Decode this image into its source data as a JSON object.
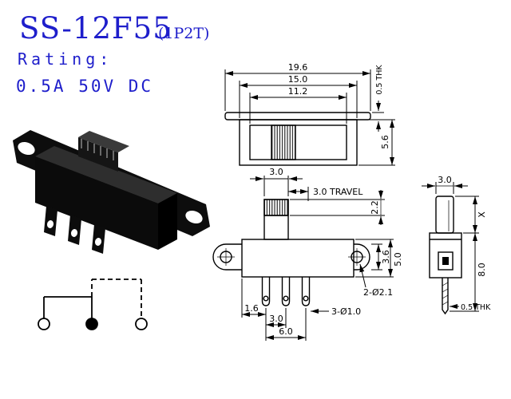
{
  "meta": {
    "background": "#ffffff",
    "ink": "#000000",
    "accent": "#1e1ecb"
  },
  "header": {
    "model": "SS-12F55",
    "variant": "(1P2T)",
    "rating_label": "Rating:",
    "rating_value": "0.5A 50V DC"
  },
  "views": {
    "top": {
      "dim_overall": "19.6",
      "dim_body": "15.0",
      "dim_slot": "11.2",
      "dim_thk": "0.5 THK",
      "dim_depth": "5.6"
    },
    "front": {
      "dim_knob": "3.0",
      "dim_travel": "3.0 TRAVEL",
      "dim_cap": "2.2",
      "dim_plate": "3.6",
      "dim_body": "5.0",
      "dim_mount_holes": "2-Ø2.1",
      "dim_edge": "1.6",
      "dim_pitch": "3.0",
      "dim_span": "6.0",
      "dim_term_holes": "3-Ø1.0"
    },
    "side": {
      "dim_width": "3.0",
      "dim_x": "X",
      "dim_height": "8.0",
      "dim_thk": "0.5 THK"
    }
  }
}
